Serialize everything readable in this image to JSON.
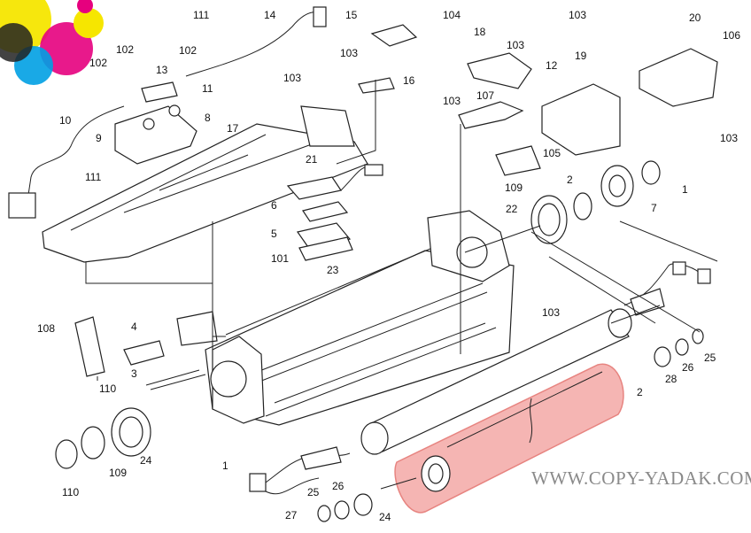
{
  "watermark": "WWW.COPY-YADAK.COM",
  "colors": {
    "highlight_fill": "#f4a9a6",
    "highlight_stroke": "#e36f6b",
    "logo": [
      "#f6e600",
      "#e6007e",
      "#00a0e3",
      "#222222"
    ]
  },
  "logo_icon": "cmyk-circles-icon",
  "callouts": [
    "111",
    "14",
    "15",
    "104",
    "103",
    "20",
    "106",
    "102",
    "102",
    "13",
    "102",
    "11",
    "103",
    "16",
    "103",
    "18",
    "103",
    "19",
    "12",
    "10",
    "9",
    "8",
    "17",
    "103",
    "107",
    "105",
    "103",
    "111",
    "21",
    "109",
    "1",
    "2",
    "22",
    "7",
    "6",
    "5",
    "101",
    "23",
    "103",
    "108",
    "4",
    "3",
    "110",
    "25",
    "26",
    "28",
    "2",
    "24",
    "1",
    "109",
    "110",
    "25",
    "26",
    "24",
    "27"
  ]
}
